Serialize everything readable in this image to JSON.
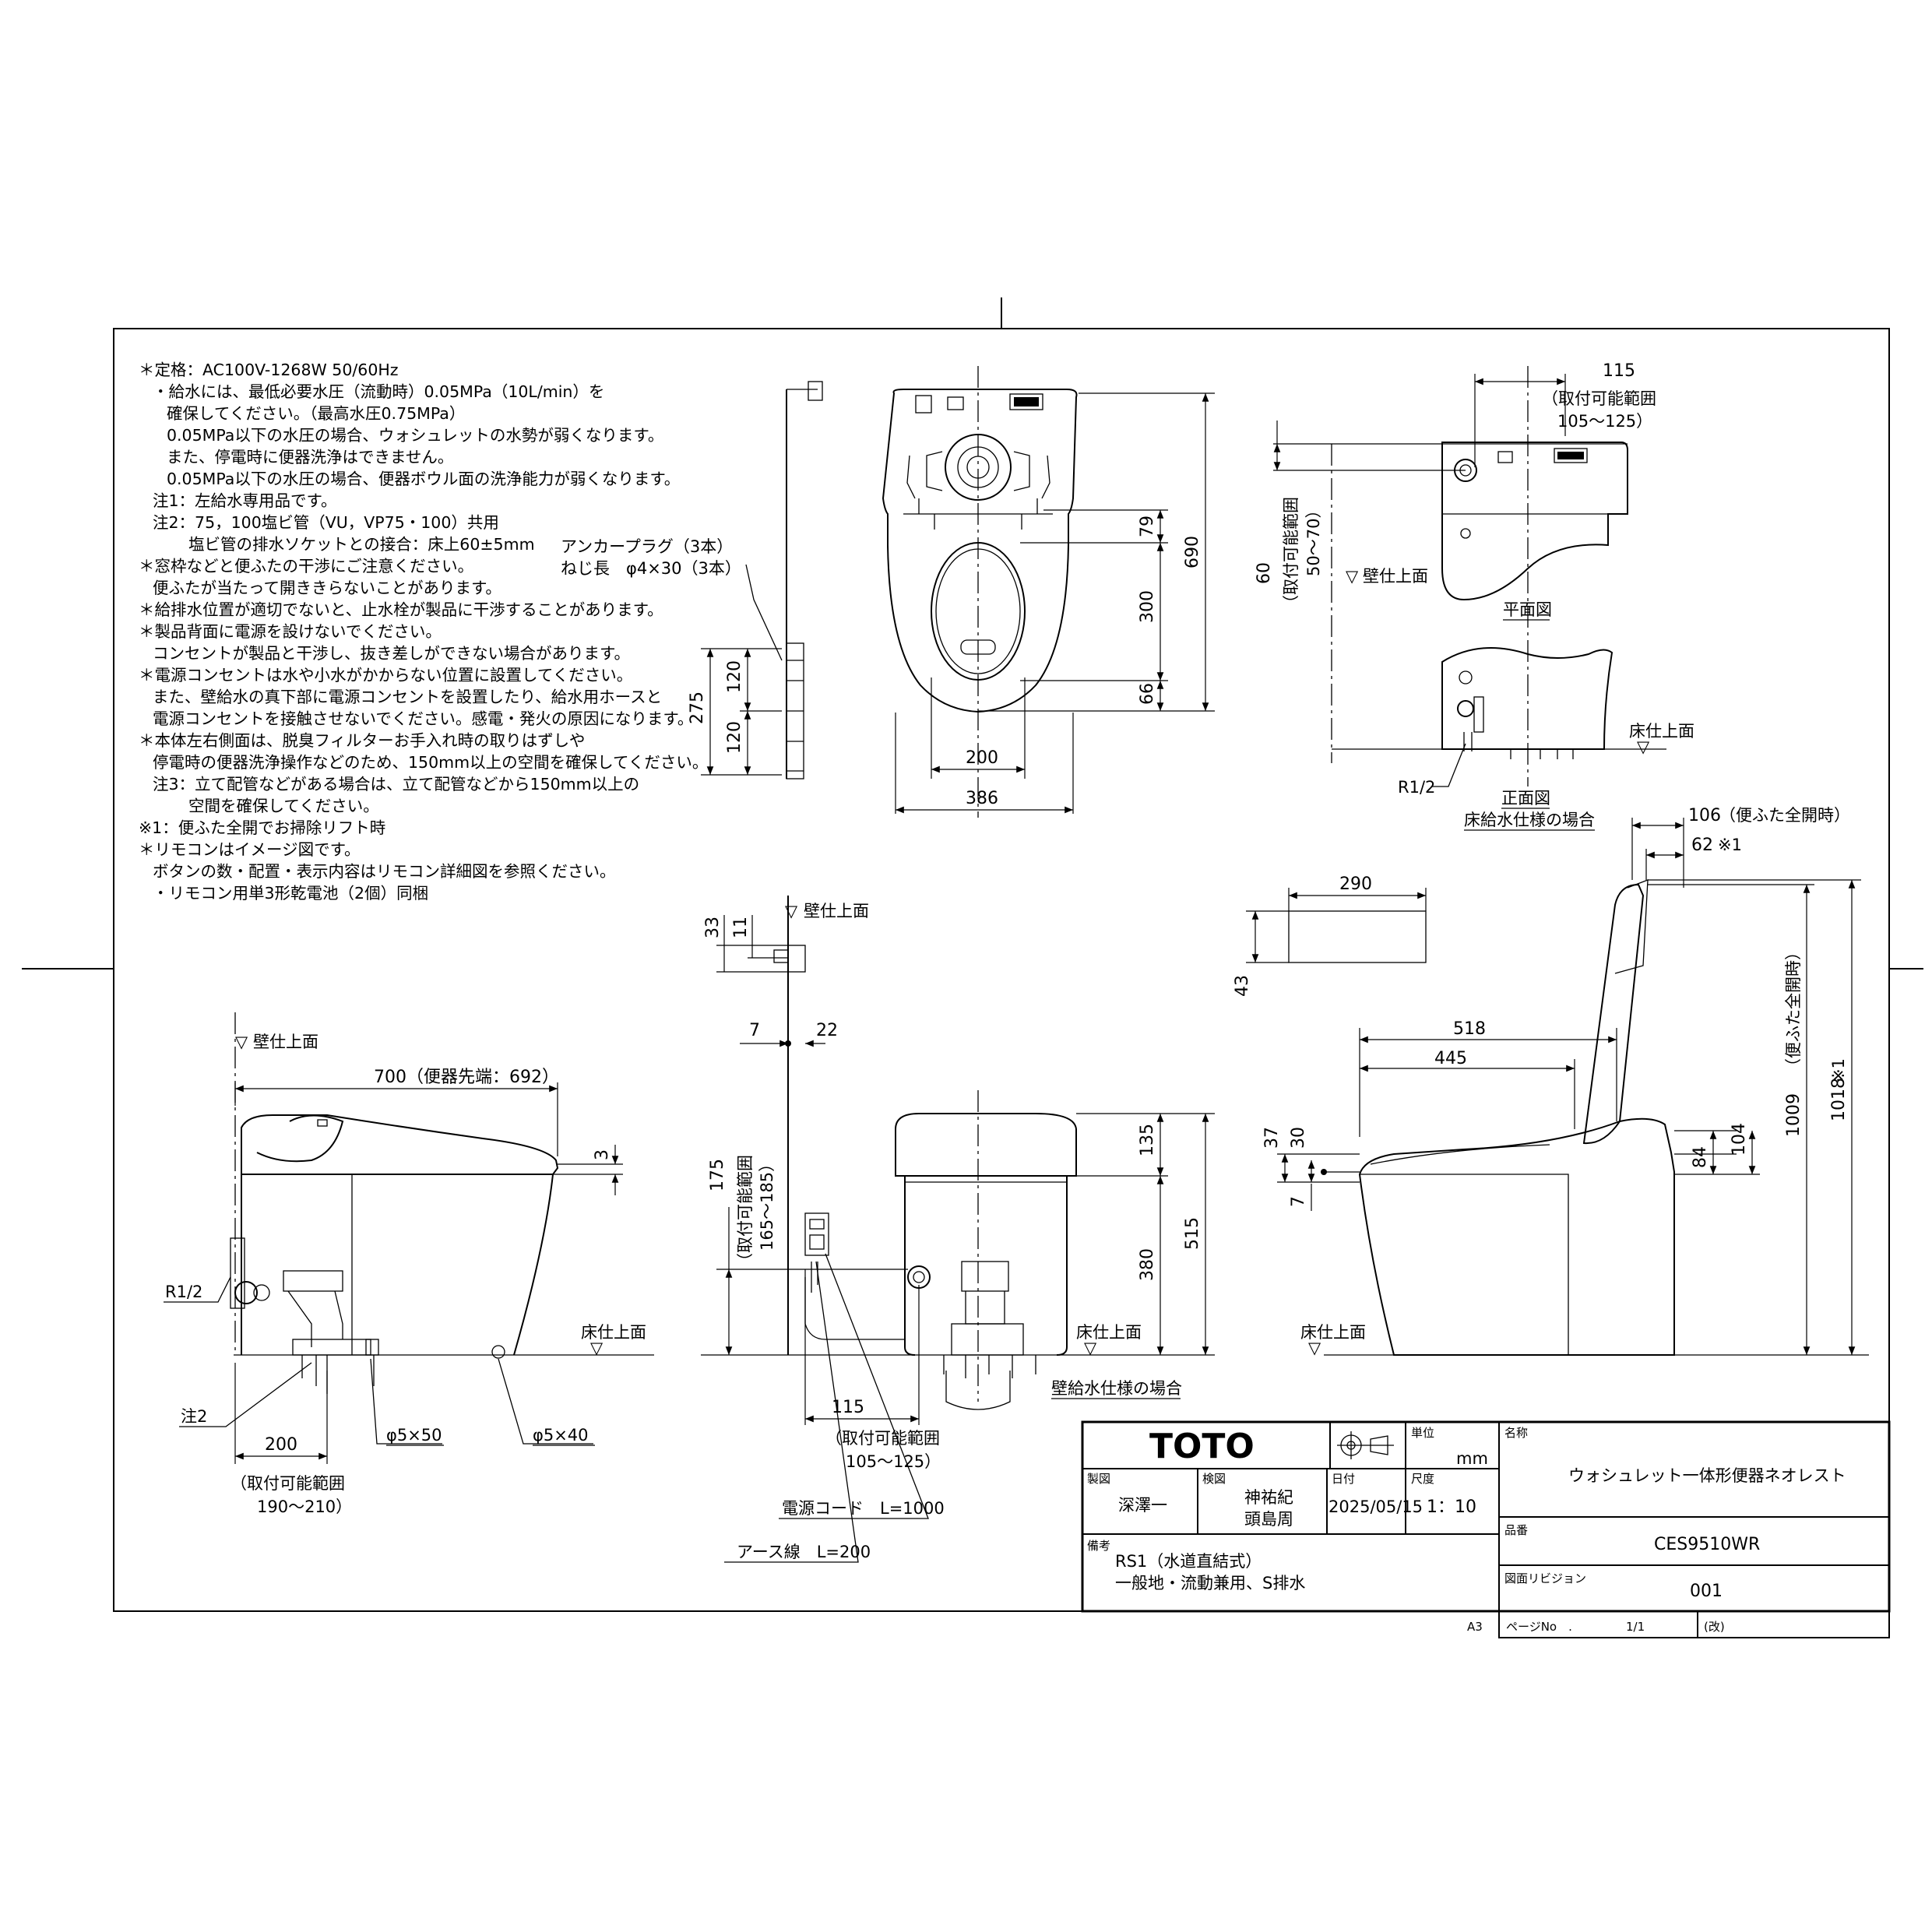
{
  "notes": [
    "＊定格：AC100V-1268W 50/60Hz",
    "・給水には、最低必要水圧（流動時）0.05MPa（10L/min）を",
    "確保してください。（最高水圧0.75MPa）",
    "0.05MPa以下の水圧の場合、ウォシュレットの水勢が弱くなります。",
    "また、停電時に便器洗浄はできません。",
    "0.05MPa以下の水圧の場合、便器ボウル面の洗浄能力が弱くなります。",
    "注1：左給水専用品です。",
    "注2：75，100塩ビ管（VU，VP75・100）共用",
    "塩ビ管の排水ソケットとの接合：床上60±5mm",
    "＊窓枠などと便ふたの干渉にご注意ください。",
    "便ふたが当たって開ききらないことがあります。",
    "＊給排水位置が適切でないと、止水栓が製品に干渉することがあります。",
    "＊製品背面に電源を設けないでください。",
    "コンセントが製品と干渉し、抜き差しができない場合があります。",
    "＊電源コンセントは水や小水がかからない位置に設置してください。",
    "また、壁給水の真下部に電源コンセントを設置したり、給水用ホースと",
    "電源コンセントを接触させないでください。感電・発火の原因になります。",
    "＊本体左右側面は、脱臭フィルターお手入れ時の取りはずしや",
    "停電時の便器洗浄操作などのため、150mm以上の空間を確保してください。",
    "注3：立て配管などがある場合は、立て配管などから150mm以上の",
    "空間を確保してください。",
    "※1：便ふた全開でお掃除リフト時",
    "＊リモコンはイメージ図です。",
    "ボタンの数・配置・表示内容はリモコン詳細図を参照ください。",
    "・リモコン用単3形乾電池（2個）同梱"
  ],
  "labels": {
    "wall_surface": "壁仕上面",
    "floor_surface": "床仕上面",
    "plan_view": "平面図",
    "front_view": "正面図",
    "floor_supply_case": "床給水仕様の場合",
    "wall_supply_case": "壁給水仕様の場合",
    "r12": "R1/2",
    "anchor_plug": "アンカープラグ（3本）",
    "screw_length": "ねじ長　φ4×30（3本）",
    "adjustable_range": "（取付可能範囲",
    "range_105_125": "105～125）",
    "range_50_70": "50～70）",
    "range_165_185": "165～185）",
    "range_190_210": "190～210）",
    "power_cord": "電源コード　L=1000",
    "earth_wire": "アース線　L=200",
    "note2": "注2",
    "screw_5x50": "φ5×50",
    "screw_5x40": "φ5×40",
    "lid_full_open": "（便ふた全開時）",
    "lid_full_open_v": "（便ふた全開時）",
    "mark1": "※1",
    "paper_size": "A3"
  },
  "dims": {
    "d115_top": "115",
    "d60": "60",
    "d79": "79",
    "d300": "300",
    "d66": "66",
    "d690": "690",
    "d200_top": "200",
    "d386": "386",
    "d120a": "120",
    "d120b": "120",
    "d275": "275",
    "d106": "106",
    "d62": "62",
    "d290": "290",
    "d43": "43",
    "d33": "33",
    "d11": "11",
    "d7a": "7",
    "d22": "22",
    "d700": "700（便器先端：692）",
    "d3": "3",
    "d175": "175",
    "d135": "135",
    "d515": "515",
    "d380": "380",
    "d518": "518",
    "d445": "445",
    "d37": "37",
    "d30": "30",
    "d7b": "7",
    "d84": "84",
    "d104": "104",
    "d1009": "1009",
    "d1018": "1018",
    "d200_bottom": "200",
    "d115_bottom": "115"
  },
  "title_block": {
    "logo": "TOTO",
    "unit_label": "単位",
    "unit": "mm",
    "name_label": "名称",
    "name": "ウォシュレット一体形便器ネオレスト",
    "drafter_label": "製図",
    "drafter": "深澤一",
    "checker_label": "検図",
    "checker1": "神祐紀",
    "checker2": "頭島周",
    "date_label": "日付",
    "date": "2025/05/15",
    "scale_label": "尺度",
    "scale": "1：10",
    "model_label": "品番",
    "model": "CES9510WR",
    "remarks_label": "備考",
    "remarks1": "RS1（水道直結式）",
    "remarks2": "一般地・流動兼用、S排水",
    "revision_label": "図面リビジョン",
    "revision": "001",
    "page_label": "ページNo　.",
    "page": "1/1",
    "page_suffix": "(改)"
  }
}
